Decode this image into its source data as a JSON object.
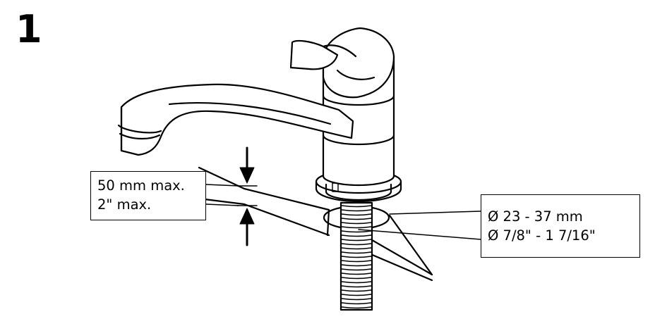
{
  "step": {
    "number": "1"
  },
  "depth_callout": {
    "line1": "50 mm max.",
    "line2": "2\" max."
  },
  "hole_callout": {
    "line1": "Ø 23 - 37 mm",
    "line2": "Ø 7/8\" - 1 7/16\""
  }
}
